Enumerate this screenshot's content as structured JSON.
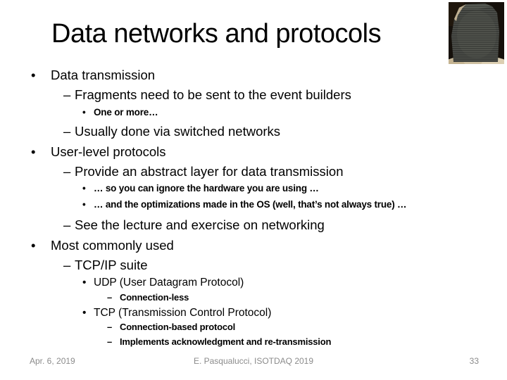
{
  "title": "Data networks and protocols",
  "image": {
    "name": "rosetta-stone"
  },
  "bullets": [
    {
      "marker": "•",
      "text": "Data transmission"
    },
    {
      "marker": "–",
      "text": "Fragments need to be sent to the event builders"
    },
    {
      "marker": "•",
      "text": "One or more…"
    },
    {
      "marker": "–",
      "text": "Usually done via switched networks"
    },
    {
      "marker": "•",
      "text": "User-level protocols"
    },
    {
      "marker": "–",
      "text": "Provide an abstract layer for data transmission"
    },
    {
      "marker": "•",
      "text": "… so you can ignore the hardware you are using …"
    },
    {
      "marker": "•",
      "text": "… and the optimizations made in the OS (well, that’s not always true) …"
    },
    {
      "marker": "–",
      "text": "See the lecture and exercise on networking"
    },
    {
      "marker": "•",
      "text": "Most commonly used"
    },
    {
      "marker": "–",
      "text": "TCP/IP suite"
    },
    {
      "marker": "•",
      "text": "UDP (User Datagram Protocol)"
    },
    {
      "marker": "–",
      "text": "Connection-less"
    },
    {
      "marker": "•",
      "text": "TCP (Transmission Control Protocol)"
    },
    {
      "marker": "–",
      "text": "Connection-based protocol"
    },
    {
      "marker": "–",
      "text": "Implements acknowledgment and re-transmission"
    }
  ],
  "footer": {
    "date": "Apr. 6, 2019",
    "credit": "E. Pasqualucci, ISOTDAQ 2019",
    "page": "33"
  },
  "colors": {
    "text": "#000000",
    "footer_text": "#8b8b8b",
    "stone": "#3b3d39",
    "stone_background": "#15100b",
    "pedestal": "#cfc1a2"
  }
}
